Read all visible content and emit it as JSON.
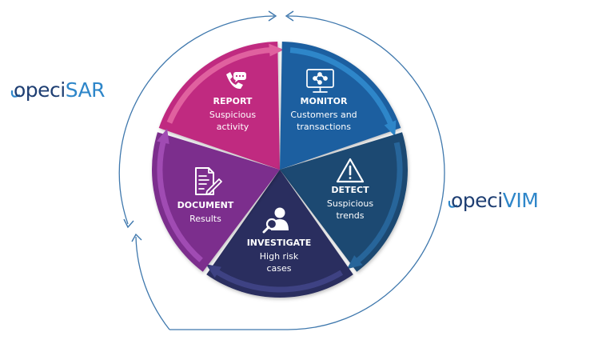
{
  "segments": [
    {
      "id": "report",
      "title": "REPORT",
      "desc": [
        "Suspicious",
        "activity"
      ],
      "icon": "phone-chat-icon",
      "color": "#c02a80",
      "arrow": "#e0619f"
    },
    {
      "id": "monitor",
      "title": "MONITOR",
      "desc": [
        "Customers and",
        "transactions"
      ],
      "icon": "monitor-network-icon",
      "color": "#1f5fa0",
      "arrow": "#2e86c9"
    },
    {
      "id": "detect",
      "title": "DETECT",
      "desc": [
        "Suspicious",
        "trends"
      ],
      "icon": "warning-triangle-icon",
      "color": "#1e4a72",
      "arrow": "#27659a"
    },
    {
      "id": "investigate",
      "title": "INVESTIGATE",
      "desc": [
        "High risk",
        "cases"
      ],
      "icon": "magnifier-person-icon",
      "color": "#2c2f5e",
      "arrow": "#3e4283"
    },
    {
      "id": "document",
      "title": "DOCUMENT",
      "desc": [
        "Results"
      ],
      "icon": "document-pen-icon",
      "color": "#7b2f8d",
      "arrow": "#a04bb3"
    }
  ],
  "logos": {
    "sar": {
      "prefix": "opeci",
      "suffix": "SAR"
    },
    "vim": {
      "prefix": "opeci",
      "suffix": "VIM"
    }
  },
  "colors": {
    "ring": "#3f78ad",
    "logo_dark": "#1f3f73",
    "logo_accent": "#2e86c9"
  }
}
